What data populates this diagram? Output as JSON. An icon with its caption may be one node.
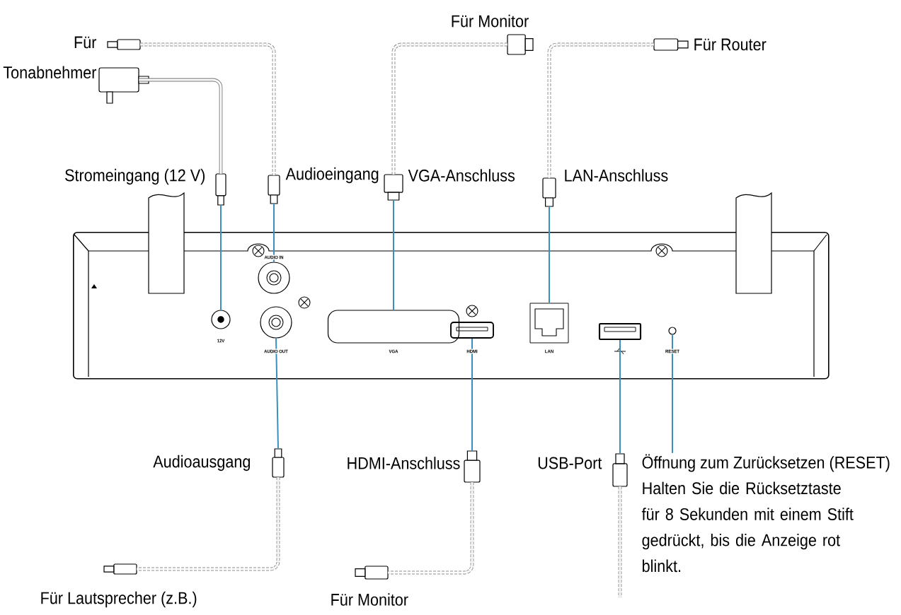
{
  "diagram": {
    "nodes": [
      {
        "text": [],
        "shape": "adapter"
      },
      {
        "text": [],
        "shape": "plug",
        "beside": [
          "Stromeingang (12 V)"
        ]
      },
      {
        "text": [],
        "shape": "plug",
        "beside": [
          "Für Tonabnehmer"
        ]
      },
      {
        "text": [],
        "shape": "plug",
        "beside": [
          "Audioeingang"
        ]
      },
      {
        "text": [],
        "shape": "plug",
        "beside": [
          "Für Monitor"
        ]
      },
      {
        "text": [],
        "shape": "plug",
        "beside": [
          "VGA-Anschluss"
        ]
      },
      {
        "text": [],
        "shape": "plug",
        "beside": [
          "Für Router"
        ]
      },
      {
        "text": [],
        "shape": "plug",
        "beside": [
          "LAN-Anschluss"
        ]
      },
      {
        "text": [],
        "shape": "box"
      },
      {
        "text": [],
        "shape": "socket",
        "in": 8,
        "beside": [
          "12V"
        ]
      },
      {
        "text": [],
        "shape": "socket",
        "in": 8,
        "beside": [
          "AUDIO IN"
        ]
      },
      {
        "text": [],
        "shape": "socket",
        "in": 8,
        "beside": [
          "AUDIO OUT"
        ]
      },
      {
        "text": [],
        "shape": "socket",
        "in": 8,
        "beside": [
          "VGA"
        ]
      },
      {
        "text": [],
        "shape": "socket",
        "in": 8,
        "beside": [
          "HDMI"
        ]
      },
      {
        "text": [],
        "shape": "socket",
        "in": 8,
        "beside": [
          "LAN"
        ]
      },
      {
        "text": [],
        "shape": "socket",
        "in": 8
      },
      {
        "text": [],
        "shape": "socket",
        "in": 8,
        "beside": [
          "RESET"
        ]
      },
      {
        "text": [],
        "shape": "plug",
        "beside": [
          "Audioausgang"
        ]
      },
      {
        "text": [],
        "shape": "plug",
        "beside": [
          "Für Lautsprecher (z.B.)"
        ]
      },
      {
        "text": [],
        "shape": "plug",
        "beside": [
          "HDMI-Anschluss"
        ]
      },
      {
        "text": [],
        "shape": "plug",
        "beside": [
          "Für Monitor"
        ]
      },
      {
        "text": [],
        "shape": "plug",
        "beside": [
          "USB-Port"
        ]
      },
      {
        "text": [
          "Öffnung zum Zurücksetzen (RESET)"
        ]
      }
    ],
    "edges": [
      {
        "from": 0,
        "to": 1,
        "arrow": "none",
        "style": "thick",
        "color": "#8a8a8a"
      },
      {
        "from": 1,
        "to": 9,
        "arrow": "none"
      },
      {
        "from": 2,
        "to": 3,
        "arrow": "none",
        "style": "dashed",
        "color": "#8a8a8a"
      },
      {
        "from": 3,
        "to": 10,
        "arrow": "none"
      },
      {
        "from": 4,
        "to": 5,
        "arrow": "none",
        "style": "dashed",
        "color": "#8a8a8a"
      },
      {
        "from": 5,
        "to": 12,
        "arrow": "none"
      },
      {
        "from": 6,
        "to": 7,
        "arrow": "none",
        "style": "dashed",
        "color": "#8a8a8a"
      },
      {
        "from": 7,
        "to": 14,
        "arrow": "none"
      },
      {
        "from": 11,
        "to": 17,
        "arrow": "none"
      },
      {
        "from": 17,
        "to": 18,
        "arrow": "none",
        "style": "dashed",
        "color": "#8a8a8a"
      },
      {
        "from": 13,
        "to": 19,
        "arrow": "none"
      },
      {
        "from": 19,
        "to": 20,
        "arrow": "none",
        "style": "dashed",
        "color": "#8a8a8a"
      },
      {
        "from": 15,
        "to": 21,
        "arrow": "none"
      },
      {
        "from": 21,
        "to": null,
        "arrow": "none",
        "style": "dashed",
        "color": "#8a8a8a"
      },
      {
        "from": 16,
        "to": 22,
        "arrow": "none"
      }
    ],
    "labels": [
      "Halten Sie die Rücksetztaste für 8 Sekunden mit einem Stift gedrückt, bis die Anzeige rot blinkt."
    ]
  }
}
